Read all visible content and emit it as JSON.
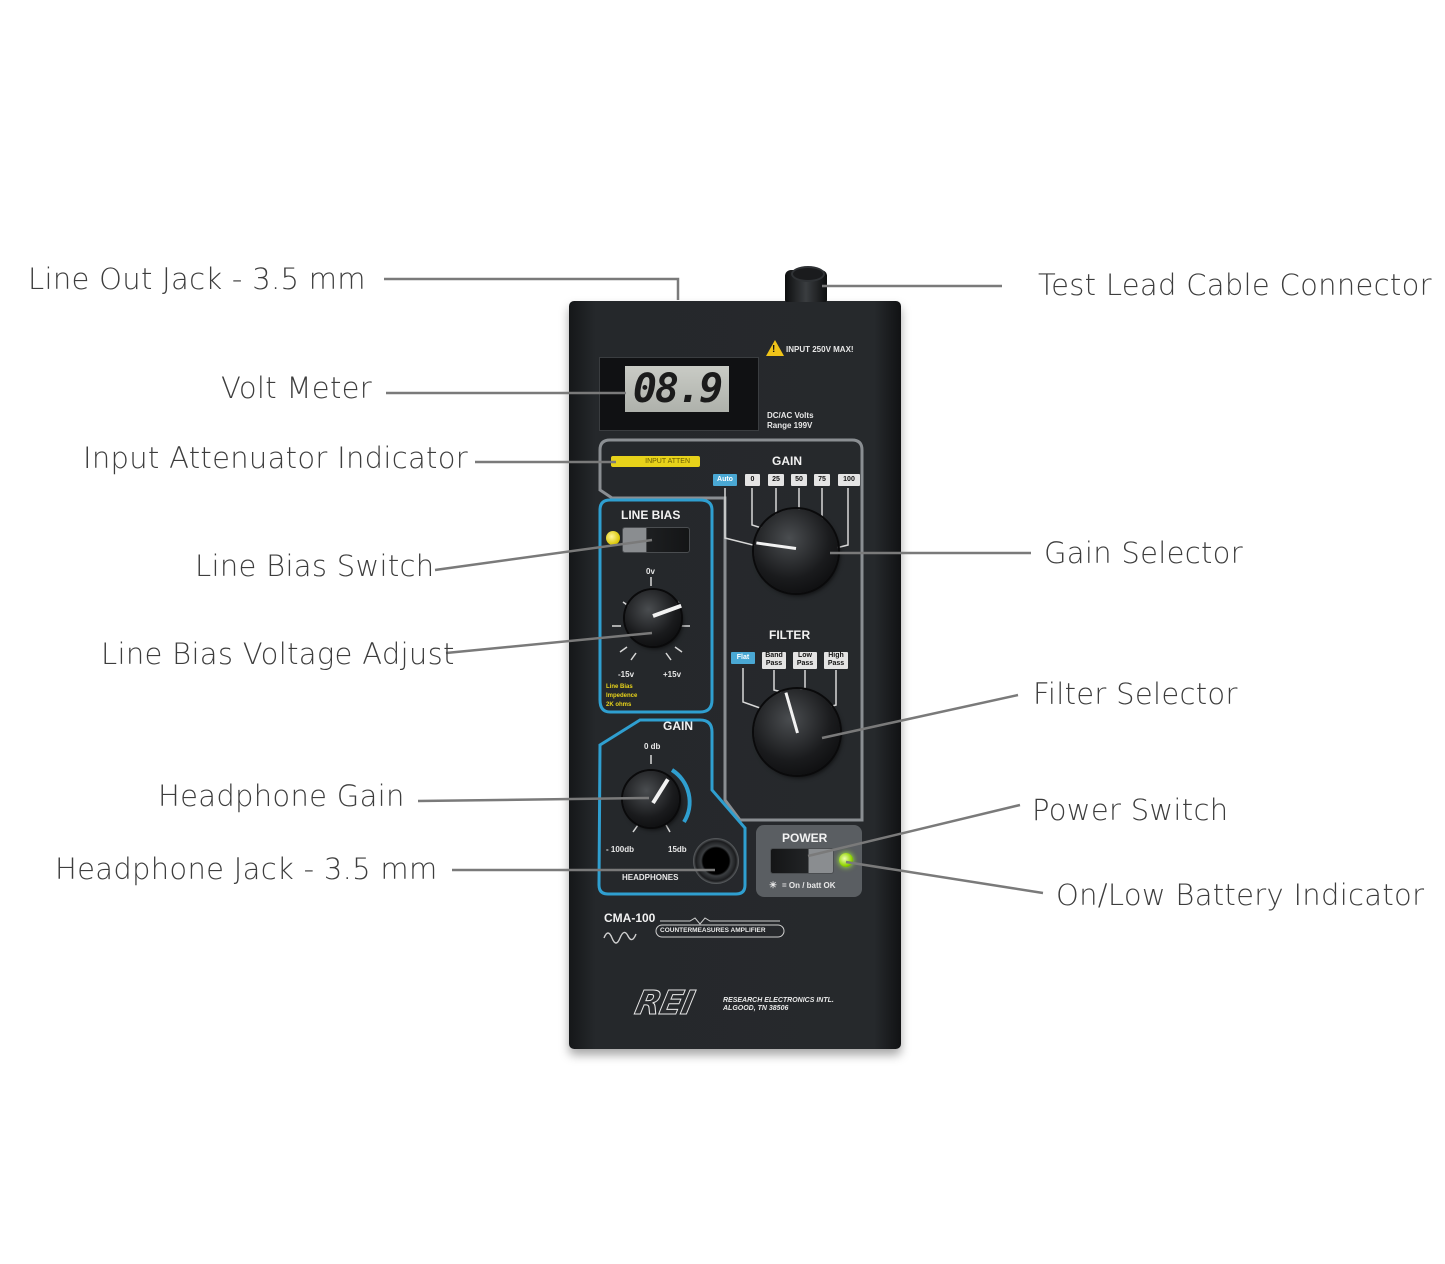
{
  "callouts": {
    "line_out_jack": "Line Out Jack - 3.5 mm",
    "volt_meter": "Volt Meter",
    "input_attenuator_indicator": "Input Attenuator Indicator",
    "line_bias_switch": "Line Bias Switch",
    "line_bias_voltage_adjust": "Line Bias Voltage Adjust",
    "headphone_gain": "Headphone Gain",
    "headphone_jack": "Headphone Jack - 3.5 mm",
    "test_lead_cable_connector": "Test Lead Cable Connector",
    "gain_selector": "Gain Selector",
    "filter_selector": "Filter Selector",
    "power_switch": "Power Switch",
    "on_low_battery_indicator": "On/Low Battery Indicator"
  },
  "device": {
    "warning": "INPUT 250V MAX!",
    "meter_reading": "08.9",
    "meter_range_line1": "DC/AC Volts",
    "meter_range_line2": "Range 199V",
    "attenuator_label": "INPUT ATTEN",
    "gain_title": "GAIN",
    "gain_positions": [
      "Auto",
      "0",
      "25",
      "50",
      "75",
      "100"
    ],
    "filter_title": "FILTER",
    "filter_positions": [
      "Flat",
      "Band Pass",
      "Low Pass",
      "High Pass"
    ],
    "line_bias_title": "LINE BIAS",
    "line_bias_zero": "0v",
    "line_bias_min": "-15v",
    "line_bias_max": "+15v",
    "line_bias_note_1": "Line Bias",
    "line_bias_note_2": "Impedence",
    "line_bias_note_3": "2K ohms",
    "hp_gain_title": "GAIN",
    "hp_gain_zero": "0 db",
    "hp_gain_min": "- 100db",
    "hp_gain_max": "15db",
    "headphones_label": "HEADPHONES",
    "power_title": "POWER",
    "power_note": "= On / batt OK",
    "model": "CMA-100",
    "model_subtitle": "COUNTERMEASURES AMPLIFIER",
    "brand": "REI",
    "maker_line1": "RESEARCH ELECTRONICS INTL.",
    "maker_line2": "ALGOOD, TN 38506"
  },
  "colors": {
    "panel": "#26292c",
    "accent_blue": "#2f9fd0",
    "outline_gray": "#8a8e92",
    "callout_text": "#3d3d3d",
    "leader_line": "#7a7a7a"
  }
}
